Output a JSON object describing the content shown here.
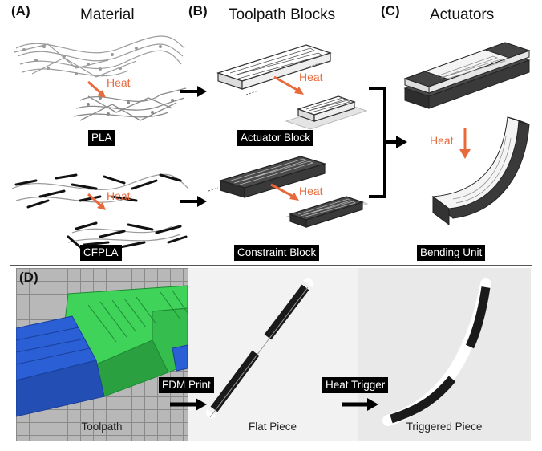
{
  "panels": {
    "a": {
      "letter": "(A)",
      "title": "Material",
      "label_top": "PLA",
      "label_bottom": "CFPLA",
      "heat_top": "Heat",
      "heat_bottom": "Heat"
    },
    "b": {
      "letter": "(B)",
      "title": "Toolpath Blocks",
      "label_top": "Actuator Block",
      "label_bottom": "Constraint Block",
      "heat_top": "Heat",
      "heat_bottom": "Heat"
    },
    "c": {
      "letter": "(C)",
      "title": "Actuators",
      "label": "Bending Unit",
      "heat": "Heat"
    },
    "d": {
      "letter": "(D)",
      "tag_print": "FDM Print",
      "tag_trigger": "Heat Trigger",
      "captions": [
        "Toolpath",
        "Flat Piece",
        "Triggered Piece"
      ]
    }
  },
  "colors": {
    "heat": "#e8693a",
    "toolpath_green": "#3fd35a",
    "toolpath_blue": "#2b5fd6",
    "grid": "#8a8a8a"
  }
}
